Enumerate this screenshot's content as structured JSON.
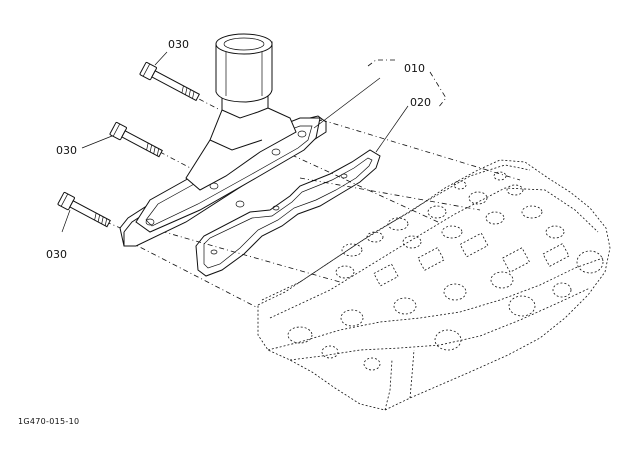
{
  "callouts": {
    "c010": "010",
    "c020": "020",
    "c030_top": "030",
    "c030_mid": "030",
    "c030_low": "030"
  },
  "figure_id": "1G470-015-10",
  "icons": {
    "outlet": "water-outlet-flange-icon",
    "gasket": "gasket-icon",
    "bolt": "bolt-icon",
    "head": "cylinder-head-icon"
  }
}
